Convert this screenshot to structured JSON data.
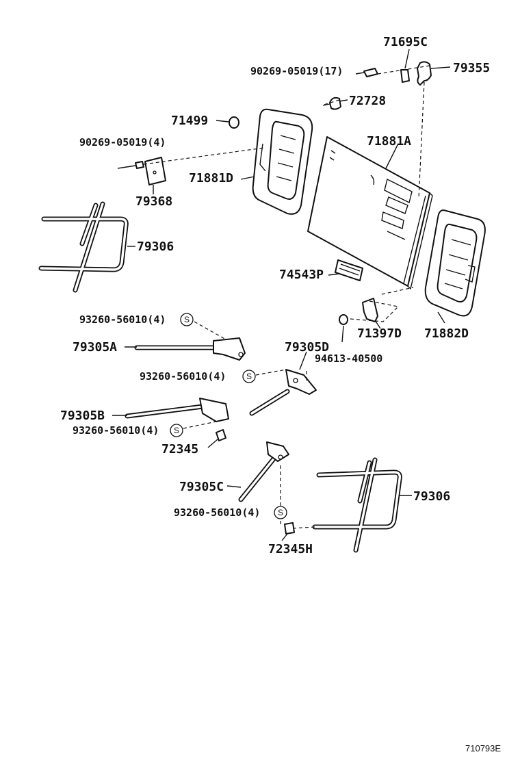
{
  "parts": {
    "p71695C": "71695C",
    "p90269a": "90269-05019(17)",
    "p79355": "79355",
    "p72728": "72728",
    "p71499": "71499",
    "p90269b": "90269-05019(4)",
    "p71881A": "71881A",
    "p71881D": "71881D",
    "p79368": "79368",
    "p79306a": "79306",
    "p74543P": "74543P",
    "p93260a": "93260-56010(4)",
    "p71397D": "71397D",
    "p71882D": "71882D",
    "p79305A": "79305A",
    "p79305D": "79305D",
    "p94613": "94613-40500",
    "p93260b": "93260-56010(4)",
    "p79305B": "79305B",
    "p93260c": "93260-56010(4)",
    "p72345": "72345",
    "p79305C": "79305C",
    "p79306b": "79306",
    "p93260d": "93260-56010(4)",
    "p72345H": "72345H"
  },
  "symbols": {
    "s": "S"
  },
  "figure_ref": "710793E"
}
